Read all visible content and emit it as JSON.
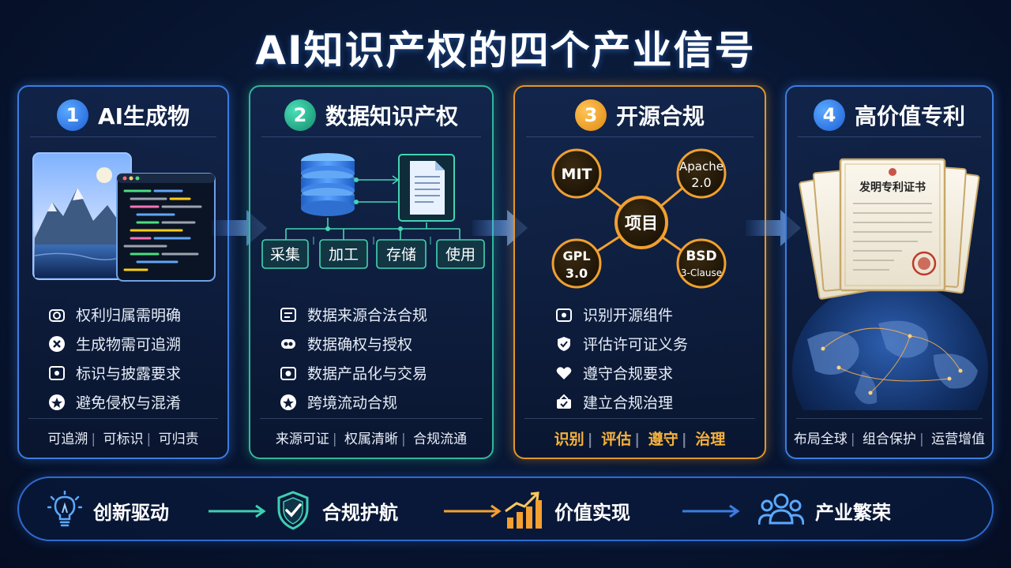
{
  "title": "AI知识产权的四个产业信号",
  "panels": [
    {
      "num": "1",
      "title": "AI生成物",
      "items": [
        "权利归属需明确",
        "生成物需可追溯",
        "标识与披露要求",
        "避免侵权与混淆"
      ],
      "tags": [
        "可追溯",
        "可标识",
        "可归责"
      ]
    },
    {
      "num": "2",
      "title": "数据知识产权",
      "stages": [
        "采集",
        "加工",
        "存储",
        "使用"
      ],
      "items": [
        "数据来源合法合规",
        "数据确权与授权",
        "数据产品化与交易",
        "跨境流动合规"
      ],
      "tags": [
        "来源可证",
        "权属清晰",
        "合规流通"
      ]
    },
    {
      "num": "3",
      "title": "开源合规",
      "center": "项目",
      "licenses": [
        "MIT",
        "Apache",
        "2.0",
        "GPL",
        "3.0",
        "BSD",
        "3-Clause"
      ],
      "items": [
        "识别开源组件",
        "评估许可证义务",
        "遵守合规要求",
        "建立合规治理"
      ],
      "tags": [
        "识别",
        "评估",
        "遵守",
        "治理"
      ]
    },
    {
      "num": "4",
      "title": "高价值专利",
      "certificate": "发明专利证书",
      "tags": [
        "布局全球",
        "组合保护",
        "运营增值"
      ]
    }
  ],
  "bottom": [
    "创新驱动",
    "合规护航",
    "价值实现",
    "产业繁荣"
  ],
  "colors": {
    "blue": "#3b7de0",
    "green": "#2fb89a",
    "orange": "#e2962a"
  }
}
